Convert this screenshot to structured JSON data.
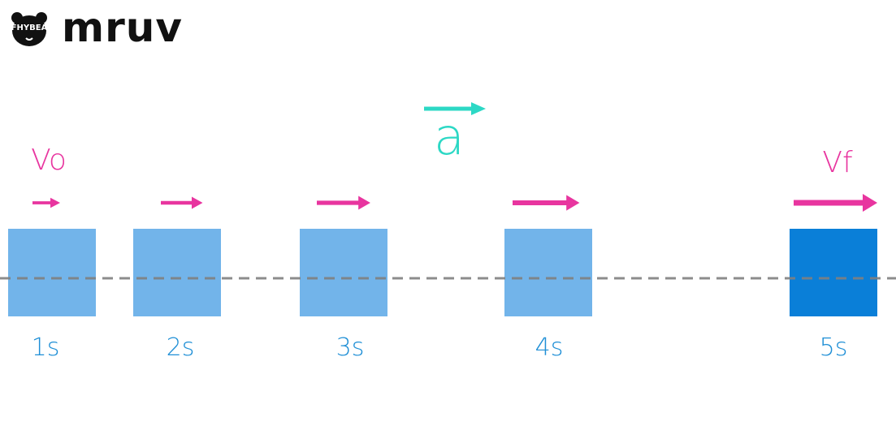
{
  "header": {
    "logo_text": "FHYBEA",
    "title": "mruv"
  },
  "diagram": {
    "acceleration_label": "a",
    "initial_velocity_label": "Vo",
    "final_velocity_label": "Vf",
    "blocks": [
      {
        "time_label": "1s",
        "velocity_level": 0.33,
        "highlight": false
      },
      {
        "time_label": "2s",
        "velocity_level": 0.5,
        "highlight": false
      },
      {
        "time_label": "3s",
        "velocity_level": 0.64,
        "highlight": false
      },
      {
        "time_label": "4s",
        "velocity_level": 0.8,
        "highlight": false
      },
      {
        "time_label": "5s",
        "velocity_level": 1.0,
        "highlight": true
      }
    ],
    "colors": {
      "block": "#72b4ea",
      "block_highlight": "#0a7fd8",
      "velocity_arrow": "#e8359f",
      "acceleration_arrow": "#2cd8c5",
      "time_label": "#1f8fd6",
      "track_line": "#808080"
    }
  }
}
